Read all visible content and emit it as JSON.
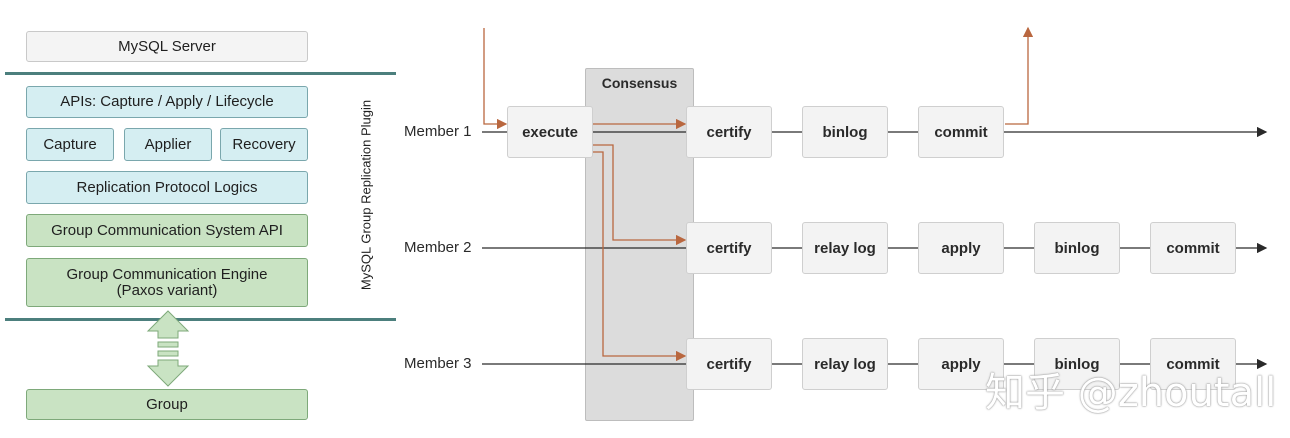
{
  "stack": {
    "server": "MySQL Server",
    "apis": "APIs: Capture / Apply / Lifecycle",
    "capture": "Capture",
    "applier": "Applier",
    "recovery": "Recovery",
    "protocol": "Replication Protocol Logics",
    "gcs_api": "Group Communication System API",
    "gcs_engine_line1": "Group Communication Engine",
    "gcs_engine_line2": "(Paxos variant)",
    "group": "Group",
    "plugin_label": "MySQL Group Replication Plugin"
  },
  "flow": {
    "consensus_label": "Consensus",
    "members": [
      {
        "label": "Member 1",
        "stages": [
          "execute",
          "certify",
          "binlog",
          "commit"
        ]
      },
      {
        "label": "Member 2",
        "stages": [
          "certify",
          "relay log",
          "apply",
          "binlog",
          "commit"
        ]
      },
      {
        "label": "Member 3",
        "stages": [
          "certify",
          "relay log",
          "apply",
          "binlog",
          "commit"
        ]
      }
    ]
  },
  "watermark": "知乎 @zhoutall",
  "colors": {
    "arrow": "#b9673f",
    "line": "#2a2a2a",
    "divider": "#4c7f7d",
    "blue_box": "#d5eef2",
    "green_box": "#c9e3c3",
    "consensus_band": "#dcdcdc"
  }
}
